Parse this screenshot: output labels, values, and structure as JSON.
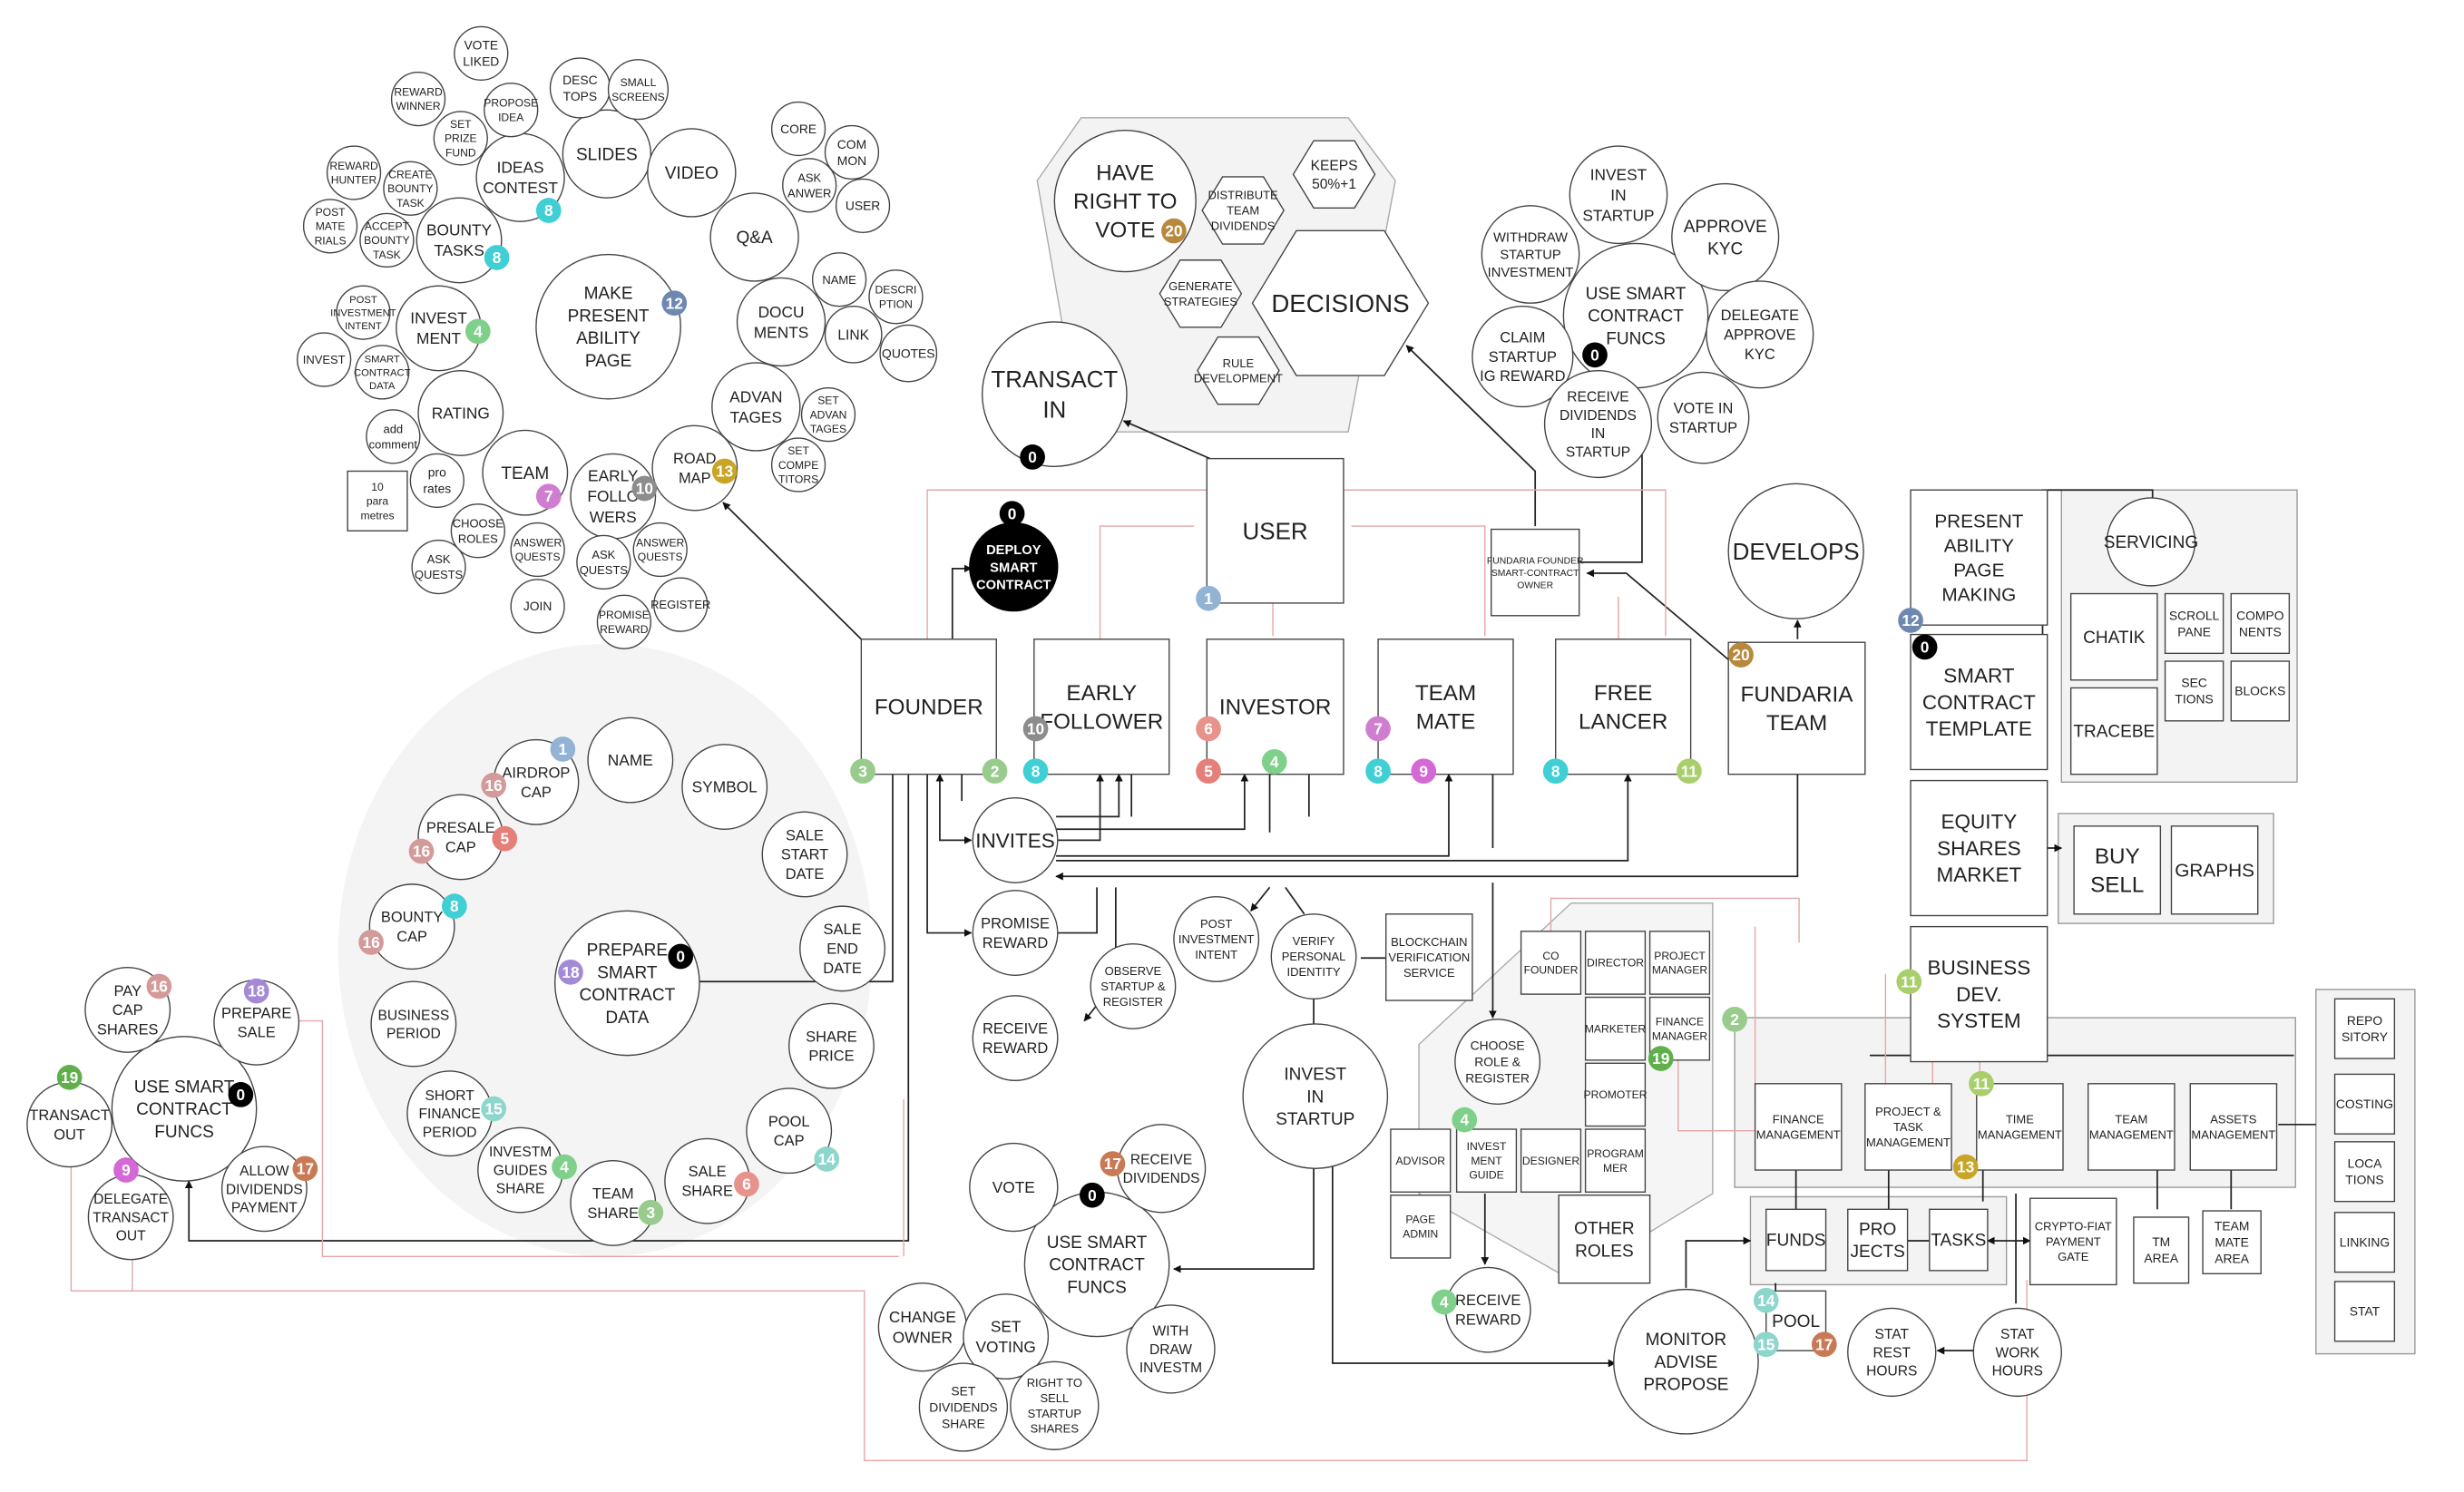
{
  "badge_colors": {
    "0": "#000000",
    "1": "#93b3d4",
    "2": "#9acb8e",
    "3": "#9acb8e",
    "4": "#7fd08a",
    "5": "#e57f7a",
    "6": "#e8928c",
    "7": "#cf7ecf",
    "8": "#3fcfd4",
    "9": "#d468d4",
    "10": "#8c8c8c",
    "11": "#a8cf6a",
    "12": "#6f88b0",
    "13": "#c9a527",
    "14": "#8ed6cc",
    "15": "#8ed6cc",
    "16": "#d49a9a",
    "17": "#c97a55",
    "18": "#a48ad6",
    "19": "#5fb04a",
    "20": "#b8893d"
  },
  "central": {
    "user": "USER",
    "founder": "FOUNDER",
    "early_follower": "EARLY FOLLOWER",
    "investor": "INVESTOR",
    "team_mate": "TEAM MATE",
    "free_lancer": "FREE LANCER",
    "fundaria_team": "FUNDARIA TEAM",
    "fundaria_owner": "FUNDARIA FOUNDER SMART-CONTRACT OWNER",
    "invites": "INVITES",
    "deploy": "DEPLOY SMART CONTRACT",
    "transact_in": "TRANSACT IN",
    "develops": "DEVELOPS",
    "decisions": "DECISIONS"
  },
  "presentability": {
    "make": "MAKE PRESENT ABILITY PAGE",
    "road_map": "ROAD MAP",
    "slides": "SLIDES",
    "video": "VIDEO",
    "qa": "Q&A",
    "documents": "DOCU MENTS",
    "advantages": "ADVAN TAGES",
    "desktops": "DESC TOPS",
    "small_screens": "SMALL SCREENS",
    "core": "CORE",
    "common": "COM MON",
    "ask_answer": "ASK ANWER",
    "user": "USER",
    "name": "NAME",
    "description": "DESCRI PTION",
    "link": "LINK",
    "quotes": "QUOTES",
    "set_advantages": "SET ADVAN TAGES",
    "set_competitors": "SET COMPE TITORS",
    "ideas_contest": "IDEAS CONTEST",
    "vote_liked": "VOTE LIKED",
    "propose_idea": "PROPOSE IDEA",
    "reward_winner": "REWARD WINNER",
    "set_prize_fund": "SET PRIZE FUND",
    "bounty_tasks": "BOUNTY TASKS",
    "reward_hunter": "REWARD HUNTER",
    "create_bounty_task": "CREATE BOUNTY TASK",
    "post_materials": "POST MATE RIALS",
    "accept_bounty_task": "ACCEPT BOUNTY TASK",
    "investment": "INVEST MENT",
    "post_investment_intent": "POST INVESTMENT INTENT",
    "invest": "INVEST",
    "smart_contract_data": "SMART CONTRACT DATA",
    "rating": "RATING",
    "add_comment": "add comment",
    "pro_rates": "pro rates",
    "ten_params": "10 para metres",
    "team": "TEAM",
    "choose_roles": "CHOOSE ROLES",
    "answer_quests_t": "ANSWER QUESTS",
    "ask_quests_t": "ASK QUESTS",
    "join": "JOIN",
    "early_followers": "EARLY FOLLO WERS",
    "ask_quests_e": "ASK QUESTS",
    "answer_quests_e": "ANSWER QUESTS",
    "promise_reward": "PROMISE REWARD",
    "register": "REGISTER"
  },
  "prepare": {
    "center": "PREPARE SMART CONTRACT DATA",
    "name": "NAME",
    "symbol": "SYMBOL",
    "sale_start": "SALE START DATE",
    "sale_end": "SALE END DATE",
    "share_price": "SHARE PRICE",
    "pool_cap": "POOL CAP",
    "sale_share": "SALE SHARE",
    "team_share": "TEAM SHARE",
    "investm_guides": "INVESTM GUIDES SHARE",
    "short_finance": "SHORT FINANCE PERIOD",
    "business_period": "BUSINESS PERIOD",
    "bounty_cap": "BOUNTY CAP",
    "presale_cap": "PRESALE CAP",
    "airdrop_cap": "AIRDROP CAP"
  },
  "left_funcs": {
    "use": "USE SMART CONTRACT FUNCS",
    "pay_cap": "PAY CAP SHARES",
    "prepare_sale": "PREPARE SALE",
    "transact_out": "TRANSACT OUT",
    "delegate": "DELEGATE TRANSACT OUT",
    "allow_div": "ALLOW DIVIDENDS PAYMENT"
  },
  "right_funcs": {
    "use": "USE SMART CONTRACT FUNCS",
    "invest": "INVEST IN STARTUP",
    "withdraw": "WITHDRAW STARTUP INVESTMENT",
    "approve_kyc": "APPROVE KYC",
    "delegate_kyc": "DELEGATE APPROVE KYC",
    "claim": "CLAIM STARTUP IG REWARD",
    "receive_div": "RECEIVE DIVIDENDS IN STARTUP",
    "vote": "VOTE IN STARTUP"
  },
  "voting": {
    "have_right": "HAVE RIGHT TO VOTE",
    "distribute": "DISTRIBUTE TEAM DIVIDENDS",
    "keeps": "KEEPS 50%+1",
    "generate": "GENERATE STRATEGIES",
    "rule": "RULE DEVELOPMENT",
    "decisions": "DECISIONS"
  },
  "invest_flow": {
    "promise_reward": "PROMISE REWARD",
    "receive_reward": "RECEIVE REWARD",
    "observe": "OBSERVE STARTUP & REGISTER",
    "post_intent": "POST INVESTMENT INTENT",
    "verify": "VERIFY PERSONAL IDENTITY",
    "blockchain": "BLOCKCHAIN VERIFICATION SERVICE",
    "invest_in": "INVEST IN STARTUP"
  },
  "investor_funcs": {
    "use": "USE SMART CONTRACT FUNCS",
    "vote": "VOTE",
    "receive_div": "RECEIVE DIVIDENDS",
    "change_owner": "CHANGE OWNER",
    "set_voting": "SET VOTING",
    "withdraw": "WITH DRAW INVESTM",
    "set_div": "SET DIVIDENDS SHARE",
    "right_to_sell": "RIGHT TO SELL STARTUP SHARES"
  },
  "roles": {
    "co_founder": "CO FOUNDER",
    "director": "DIRECTOR",
    "project_manager": "PROJECT MANAGER",
    "marketer": "MARKETER",
    "finance_manager": "FINANCE MANAGER",
    "promoter": "PROMOTER",
    "programmer": "PROGRAM MER",
    "designer": "DESIGNER",
    "advisor": "ADVISOR",
    "investment_guide": "INVEST MENT GUIDE",
    "page_admin": "PAGE ADMIN",
    "other_roles": "OTHER ROLES",
    "choose_role": "CHOOSE ROLE & REGISTER",
    "receive_reward": "RECEIVE REWARD"
  },
  "fundaria": {
    "present": "PRESENT ABILITY PAGE MAKING",
    "template": "SMART CONTRACT TEMPLATE",
    "equity": "EQUITY SHARES MARKET",
    "bds": "BUSINESS DEV. SYSTEM",
    "servicing": "SERVICING",
    "chatik": "CHATIK",
    "tracebe": "TRACEBE",
    "scroll_pane": "SCROLL PANE",
    "components": "COMPO NENTS",
    "sections": "SEC TIONS",
    "blocks": "BLOCKS",
    "buy_sell": "BUY SELL",
    "graphs": "GRAPHS"
  },
  "bds_mgmt": {
    "finance": "FINANCE MANAGEMENT",
    "project_task": "PROJECT & TASK MANAGEMENT",
    "time": "TIME MANAGEMENT",
    "team": "TEAM MANAGEMENT",
    "assets": "ASSETS MANAGEMENT",
    "funds": "FUNDS",
    "projects": "PRO JECTS",
    "tasks": "TASKS",
    "pool": "POOL",
    "crypto_fiat": "CRYPTO-FIAT PAYMENT GATE",
    "tm_area": "TM AREA",
    "team_mate_area": "TEAM MATE AREA",
    "repository": "REPO SITORY",
    "costing": "COSTING",
    "locations": "LOCA TIONS",
    "linking": "LINKING",
    "stat": "STAT",
    "monitor": "MONITOR ADVISE PROPOSE",
    "stat_rest": "STAT REST HOURS",
    "stat_work": "STAT WORK HOURS"
  }
}
